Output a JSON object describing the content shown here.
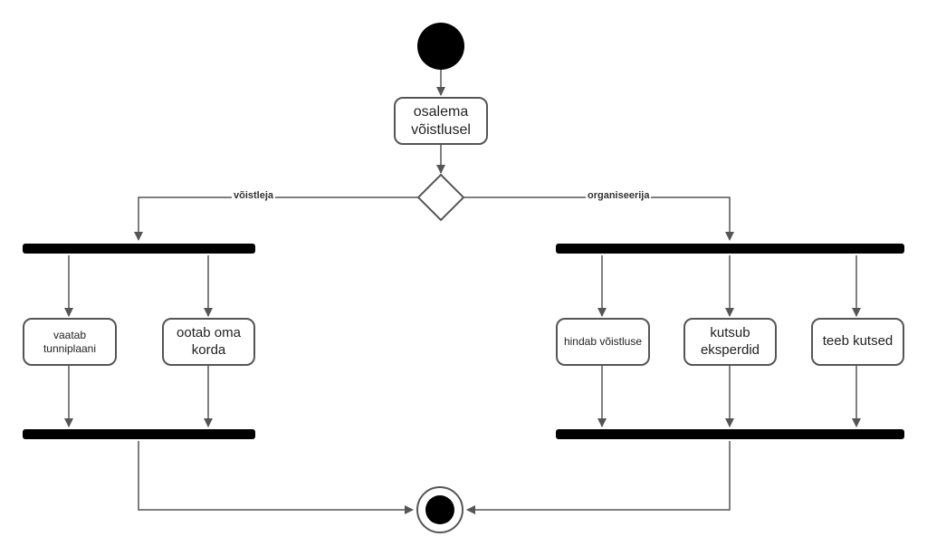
{
  "diagram": {
    "start_action": "osalema võistlusel",
    "guard_left": "võistleja",
    "guard_right": "organiseerija",
    "left_actions": [
      "vaatab tunniplaani",
      "ootab oma korda"
    ],
    "right_actions": [
      "hindab võistluse",
      "kutsub eksperdid",
      "teeb kutsed"
    ]
  }
}
